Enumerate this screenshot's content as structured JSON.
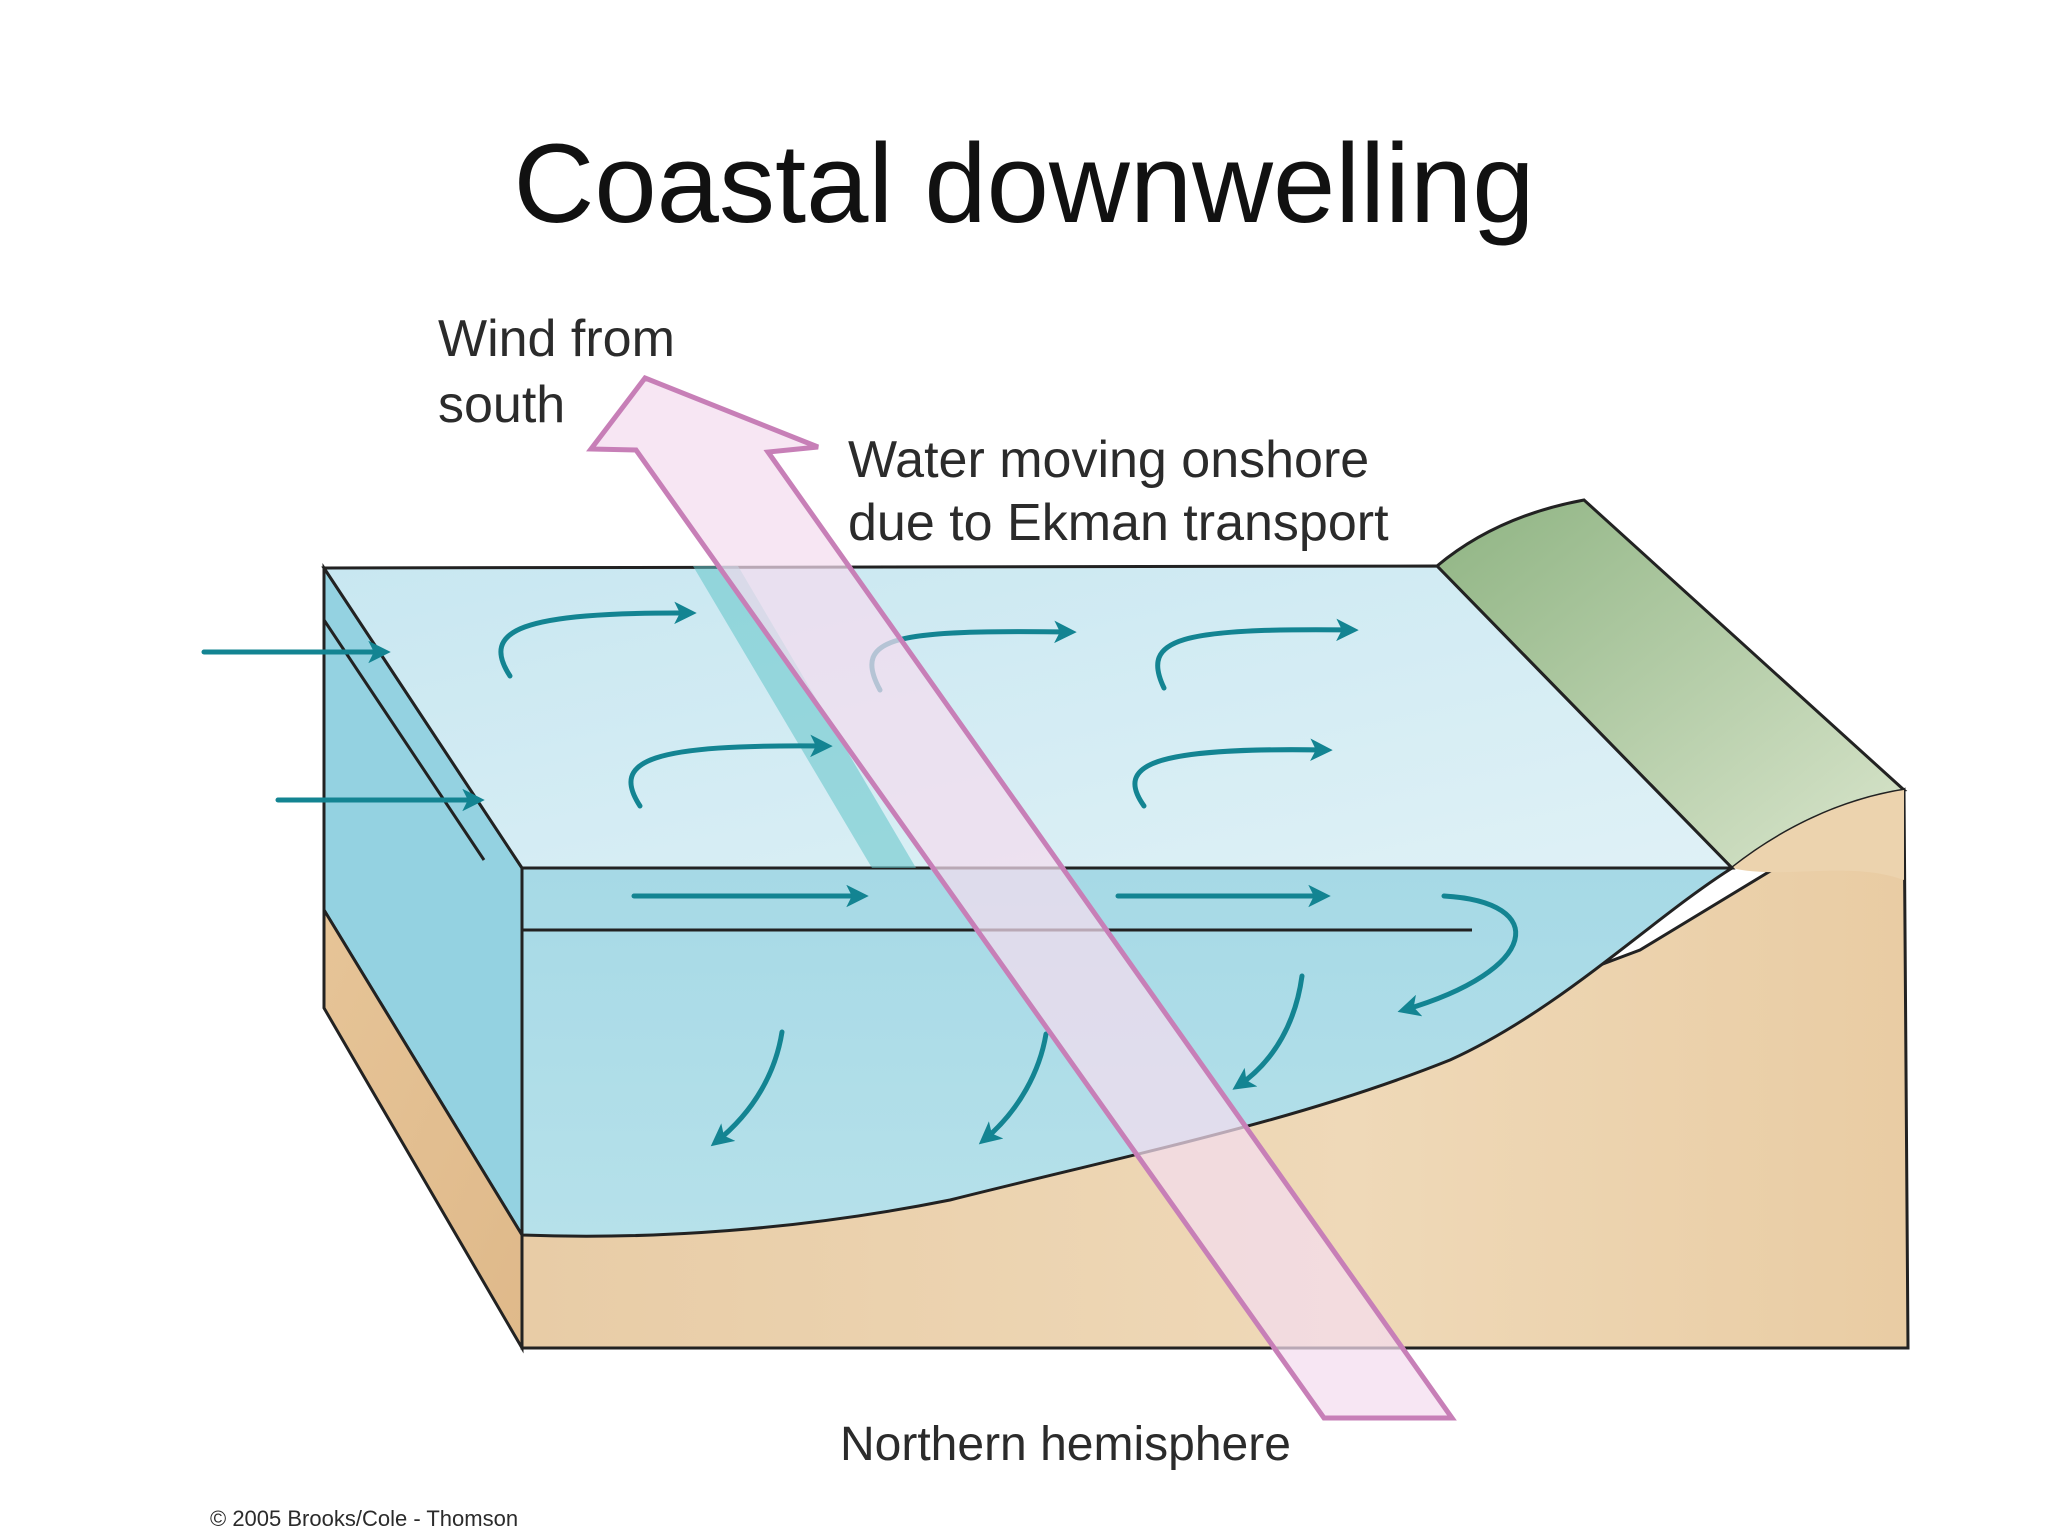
{
  "title": "Coastal downwelling",
  "labels": {
    "wind_line1": "Wind from",
    "wind_line2": "south",
    "water_line1": "Water moving onshore",
    "water_line2": "due to Ekman transport",
    "hemisphere": "Northern hemisphere",
    "copyright": "© 2005 Brooks/Cole - Thomson"
  },
  "colors": {
    "water_surface": "#d4ecf4",
    "water_side": "#a9dbe7",
    "water_body": "#aedde8",
    "sand": "#ecd3ae",
    "land_green": "#a8c49a",
    "flow_arrow": "#138492",
    "wind_arrow_fill": "#f2e0f0",
    "wind_arrow_stroke": "#c77fb7"
  },
  "icons": {
    "flow_arrow": "teal-arrow-icon",
    "wind_arrow": "large-pink-arrow-icon"
  }
}
